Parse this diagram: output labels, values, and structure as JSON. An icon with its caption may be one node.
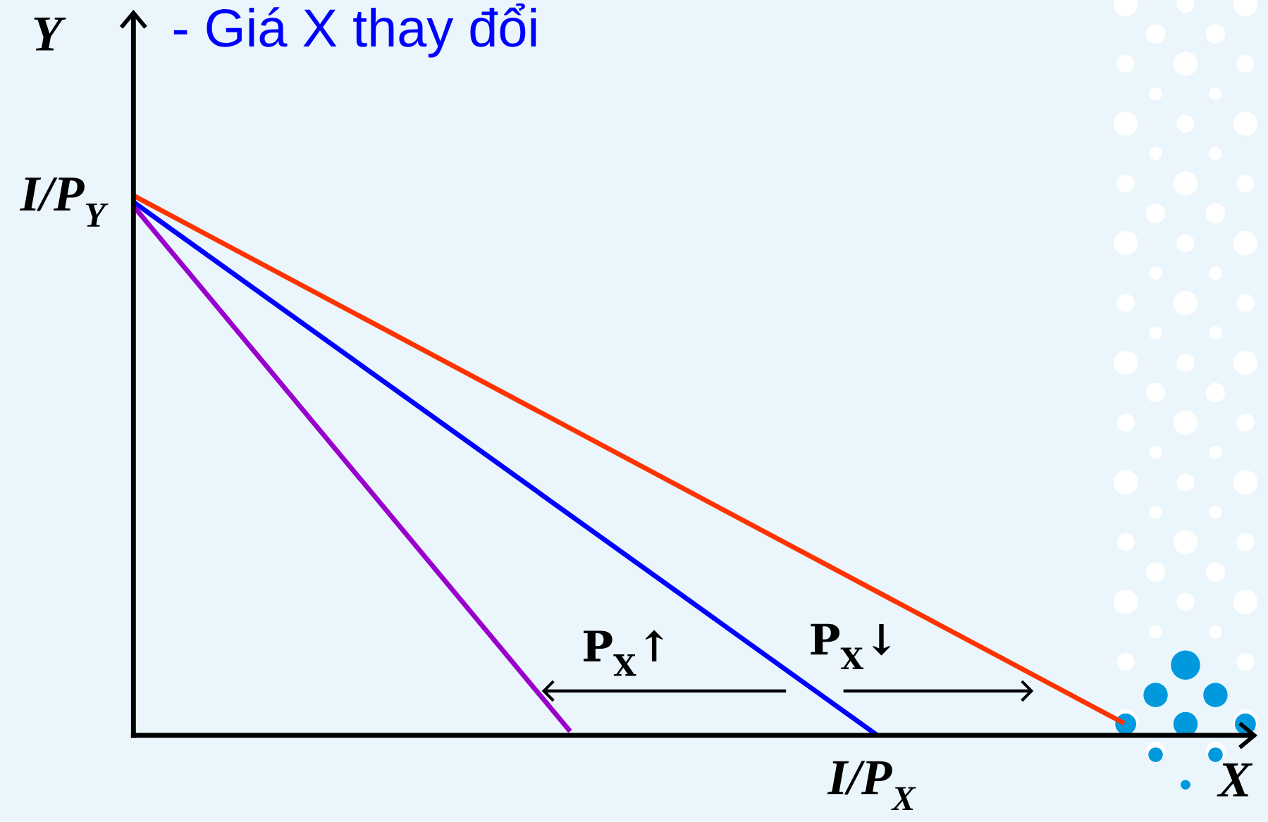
{
  "diagram": {
    "title": "- Giá X thay đổi",
    "labels": [
      "Y",
      "I/P$_{Y}$",
      "P$_{X}$↑",
      "P$_{X}$↓",
      "I/P$_{X}$",
      "X"
    ]
  }
}
